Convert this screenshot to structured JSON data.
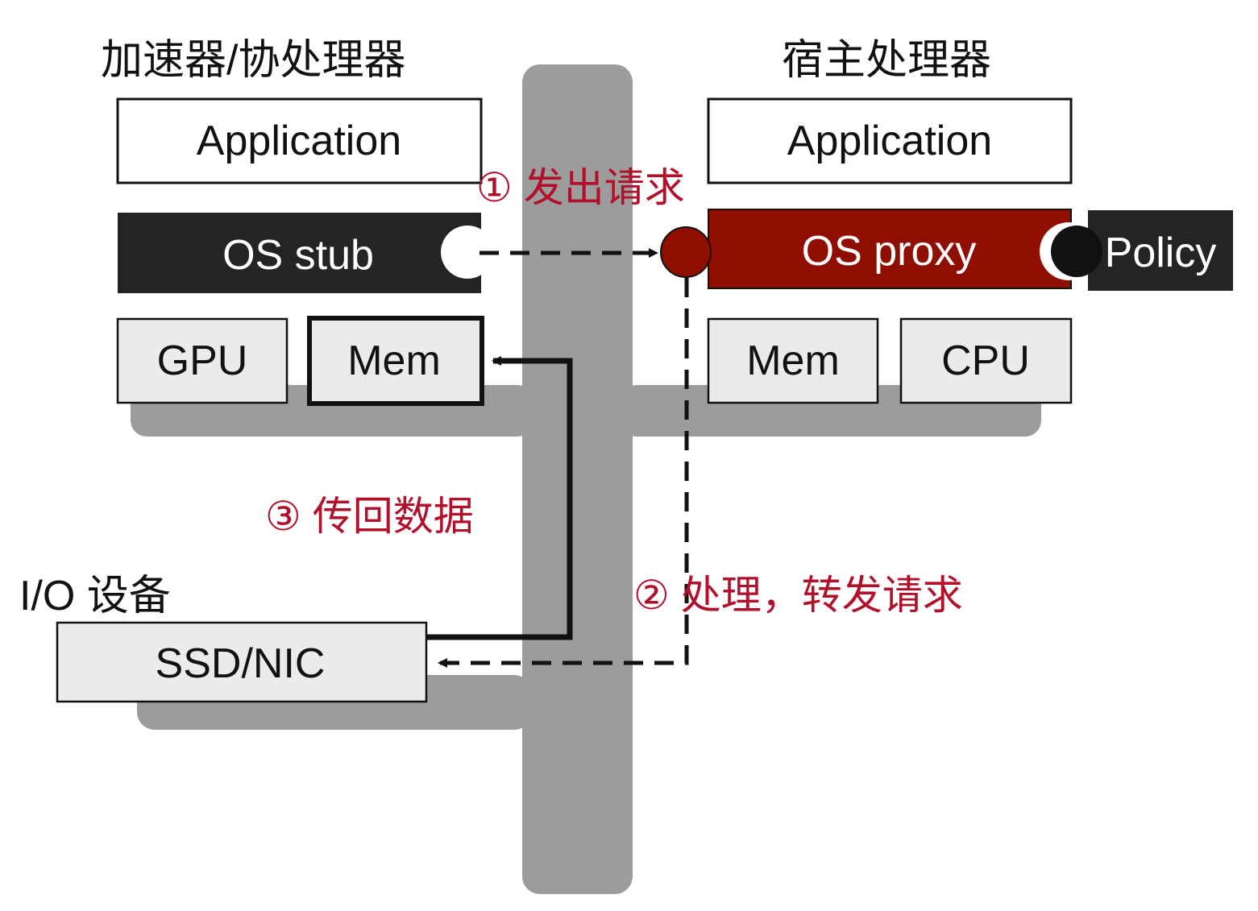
{
  "colors": {
    "background": "#ffffff",
    "bus": "#9c9c9c",
    "box_light": "#ebebeb",
    "box_white": "#ffffff",
    "stub_dark": "#242424",
    "proxy_red": "#900e00",
    "accent_text": "#b2102a",
    "line": "#111111"
  },
  "accelerator": {
    "heading": "加速器/协处理器",
    "application_label": "Application",
    "os_stub_label": "OS stub",
    "gpu_label": "GPU",
    "mem_label": "Mem"
  },
  "host": {
    "heading": "宿主处理器",
    "application_label": "Application",
    "os_proxy_label": "OS proxy",
    "policy_label": "Policy",
    "mem_label": "Mem",
    "cpu_label": "CPU"
  },
  "io": {
    "heading": "I/O 设备",
    "device_label": "SSD/NIC"
  },
  "steps": {
    "step1": "① 发出请求",
    "step2": "② 处理，转发请求",
    "step3": "③ 传回数据"
  }
}
